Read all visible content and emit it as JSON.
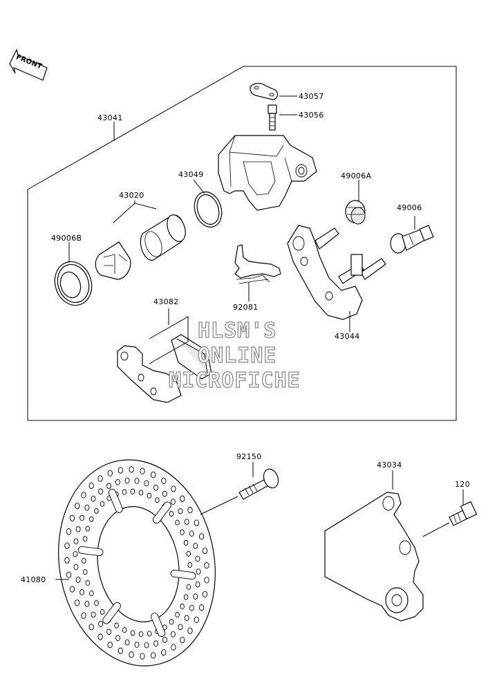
{
  "front_arrow": {
    "label": "FRONT"
  },
  "watermark": {
    "lines": [
      "HLSM'S",
      "ONLINE",
      "MICROFICHE"
    ]
  },
  "parts": {
    "p43041": "43041",
    "p43057": "43057",
    "p43056": "43056",
    "p43049": "43049",
    "p43020": "43020",
    "p49006A": "49006A",
    "p49006": "49006",
    "p49006B": "49006B",
    "p43082": "43082",
    "p92081": "92081",
    "p43044": "43044",
    "p92150": "92150",
    "p43034": "43034",
    "p120": "120",
    "p41080": "41080"
  }
}
